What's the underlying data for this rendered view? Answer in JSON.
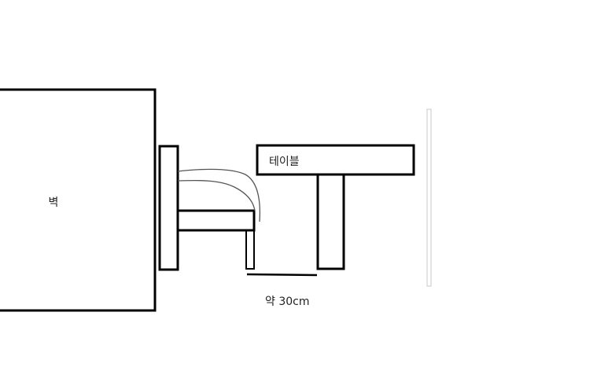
{
  "labels": {
    "wall": "벽",
    "table": "테이블",
    "distance": "약 30cm"
  },
  "colors": {
    "stroke": "#000000",
    "light_line": "#c8c8c8",
    "curve": "#555555",
    "background": "#ffffff"
  }
}
